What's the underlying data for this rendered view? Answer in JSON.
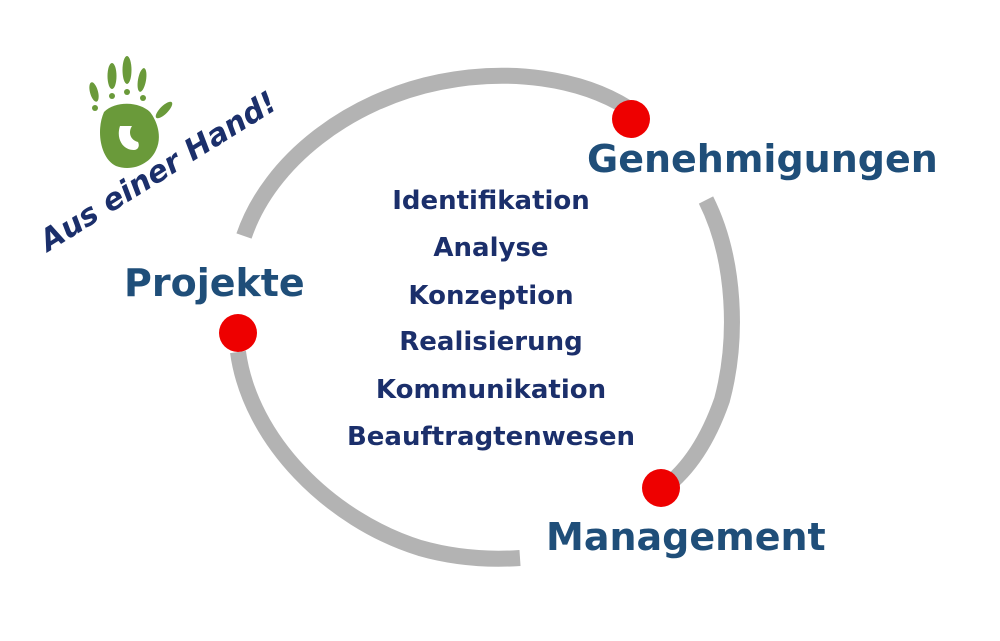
{
  "slogan": "Aus einer Hand!",
  "nodes": {
    "genehmigungen": "Genehmigungen",
    "projekte": "Projekte",
    "management": "Management"
  },
  "activities": [
    "Identifikation",
    "Analyse",
    "Konzeption",
    "Realisierung",
    "Kommunikation",
    "Beauftragtenwesen"
  ],
  "icons": {
    "logo": "green-handprint-icon",
    "node_marker": "red-dot-icon"
  },
  "colors": {
    "ring": "#b3b3b3",
    "dot": "#ee0000",
    "node_text": "#1f4e79",
    "activity_text": "#1b2f6b",
    "hand": "#6a9a3a"
  }
}
